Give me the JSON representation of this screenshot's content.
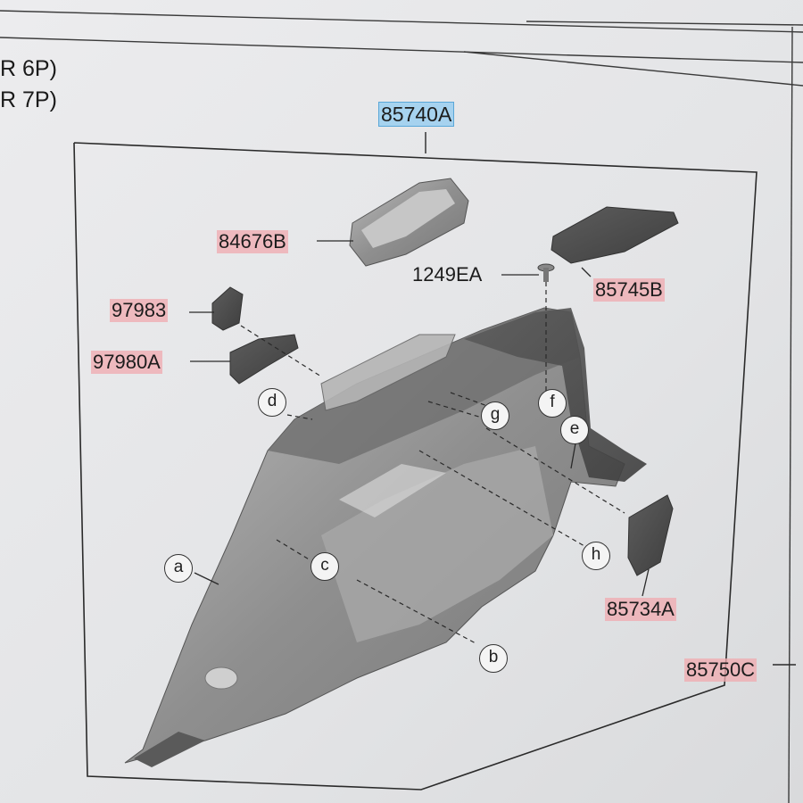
{
  "header": {
    "line1": "R 6P)",
    "line2": "R 7P)"
  },
  "parts": {
    "p85740A": "85740A",
    "p84676B": "84676B",
    "p1249EA": "1249EA",
    "p85745B": "85745B",
    "p97983": "97983",
    "p97980A": "97980A",
    "p85734A": "85734A",
    "p85750C": "85750C"
  },
  "callouts": {
    "a": "a",
    "b": "b",
    "c": "c",
    "d": "d",
    "e": "e",
    "f": "f",
    "g": "g",
    "h": "h"
  },
  "colors": {
    "highlight_red": "#f0aaaf",
    "highlight_blue": "#96cdf0",
    "line": "#2a2a2a",
    "part_fill": "#9a9a9a"
  }
}
